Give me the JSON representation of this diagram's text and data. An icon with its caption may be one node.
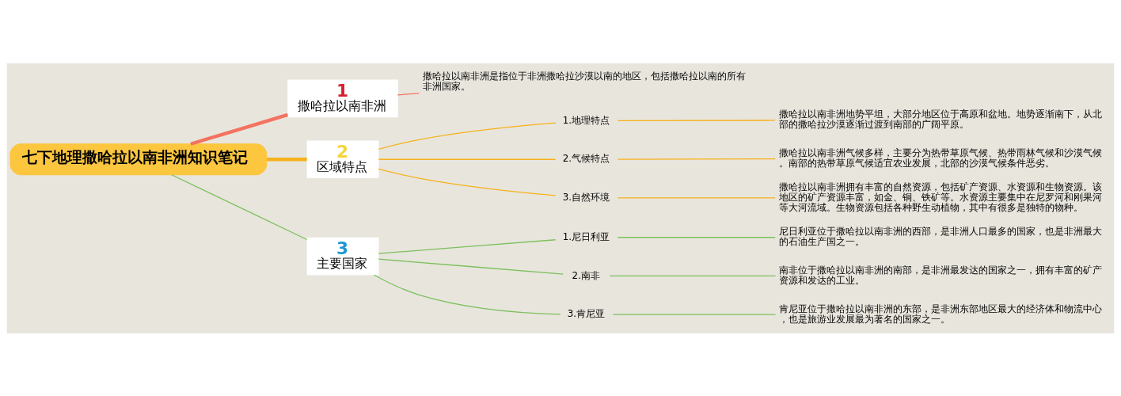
{
  "diagram": {
    "nodes": [
      {
        "text": [
          "七下地理撒哈拉以南非洲知识笔记"
        ]
      },
      {
        "text": [
          "1",
          "撒哈拉以南非洲"
        ]
      },
      {
        "text": [
          "撒哈拉以南非洲是指位于非洲撒哈拉沙漠以南的地区，包括撒哈拉以南的所有非洲国家。"
        ]
      },
      {
        "text": [
          "2",
          "区域特点"
        ]
      },
      {
        "text": [
          "1.地理特点"
        ]
      },
      {
        "text": [
          "撒哈拉以南非洲地势平坦，大部分地区位于高原和盆地。地势逐渐南下，从北部的撒哈拉沙漠逐渐过渡到南部的广阔平原。"
        ]
      },
      {
        "text": [
          "2.气候特点"
        ]
      },
      {
        "text": [
          "撒哈拉以南非洲气候多样，主要分为热带草原气候、热带雨林气候和沙漠气候。南部的热带草原气候适宜农业发展，北部的沙漠气候条件恶劣。"
        ]
      },
      {
        "text": [
          "3.自然环境"
        ]
      },
      {
        "text": [
          "撒哈拉以南非洲拥有丰富的自然资源，包括矿产资源、水资源和生物资源。该地区的矿产资源丰富，如金、铜、铁矿等。水资源主要集中在尼罗河和刚果河等大河流域。生物资源包括各种野生动植物，其中有很多是独特的物种。"
        ]
      },
      {
        "text": [
          "3",
          "主要国家"
        ]
      },
      {
        "text": [
          "1.尼日利亚"
        ]
      },
      {
        "text": [
          "尼日利亚位于撒哈拉以南非洲的西部，是非洲人口最多的国家，也是非洲最大的石油生产国之一。"
        ]
      },
      {
        "text": [
          "2.南非"
        ]
      },
      {
        "text": [
          "南非位于撒哈拉以南非洲的南部，是非洲最发达的国家之一，拥有丰富的矿产资源和发达的工业。"
        ]
      },
      {
        "text": [
          "3.肯尼亚"
        ]
      },
      {
        "text": [
          "肯尼亚位于撒哈拉以南非洲的东部，是非洲东部地区最大的经济体和物流中心，也是旅游业发展最为著名的国家之一。"
        ]
      }
    ],
    "edges": [
      {
        "from": 0,
        "to": 1,
        "arrow": "none",
        "style": "thick",
        "color": "#f4725f"
      },
      {
        "from": 1,
        "to": 2,
        "arrow": "none",
        "color": "#f4725f"
      },
      {
        "from": 0,
        "to": 3,
        "arrow": "none",
        "style": "thick",
        "color": "#f6b21a"
      },
      {
        "from": 3,
        "to": 4,
        "arrow": "none",
        "color": "#f6b21a"
      },
      {
        "from": 4,
        "to": 5,
        "arrow": "none",
        "color": "#f6b21a"
      },
      {
        "from": 3,
        "to": 6,
        "arrow": "none",
        "color": "#f6b21a"
      },
      {
        "from": 6,
        "to": 7,
        "arrow": "none",
        "color": "#f6b21a"
      },
      {
        "from": 3,
        "to": 8,
        "arrow": "none",
        "color": "#f6b21a"
      },
      {
        "from": 8,
        "to": 9,
        "arrow": "none",
        "color": "#f6b21a"
      },
      {
        "from": 0,
        "to": 10,
        "arrow": "none",
        "color": "#7cc05c"
      },
      {
        "from": 10,
        "to": 11,
        "arrow": "none",
        "color": "#7cc05c"
      },
      {
        "from": 11,
        "to": 12,
        "arrow": "none",
        "color": "#7cc05c"
      },
      {
        "from": 10,
        "to": 13,
        "arrow": "none",
        "color": "#7cc05c"
      },
      {
        "from": 13,
        "to": 14,
        "arrow": "none",
        "color": "#7cc05c"
      },
      {
        "from": 10,
        "to": 15,
        "arrow": "none",
        "color": "#7cc05c"
      },
      {
        "from": 15,
        "to": 16,
        "arrow": "none",
        "color": "#7cc05c"
      }
    ]
  }
}
